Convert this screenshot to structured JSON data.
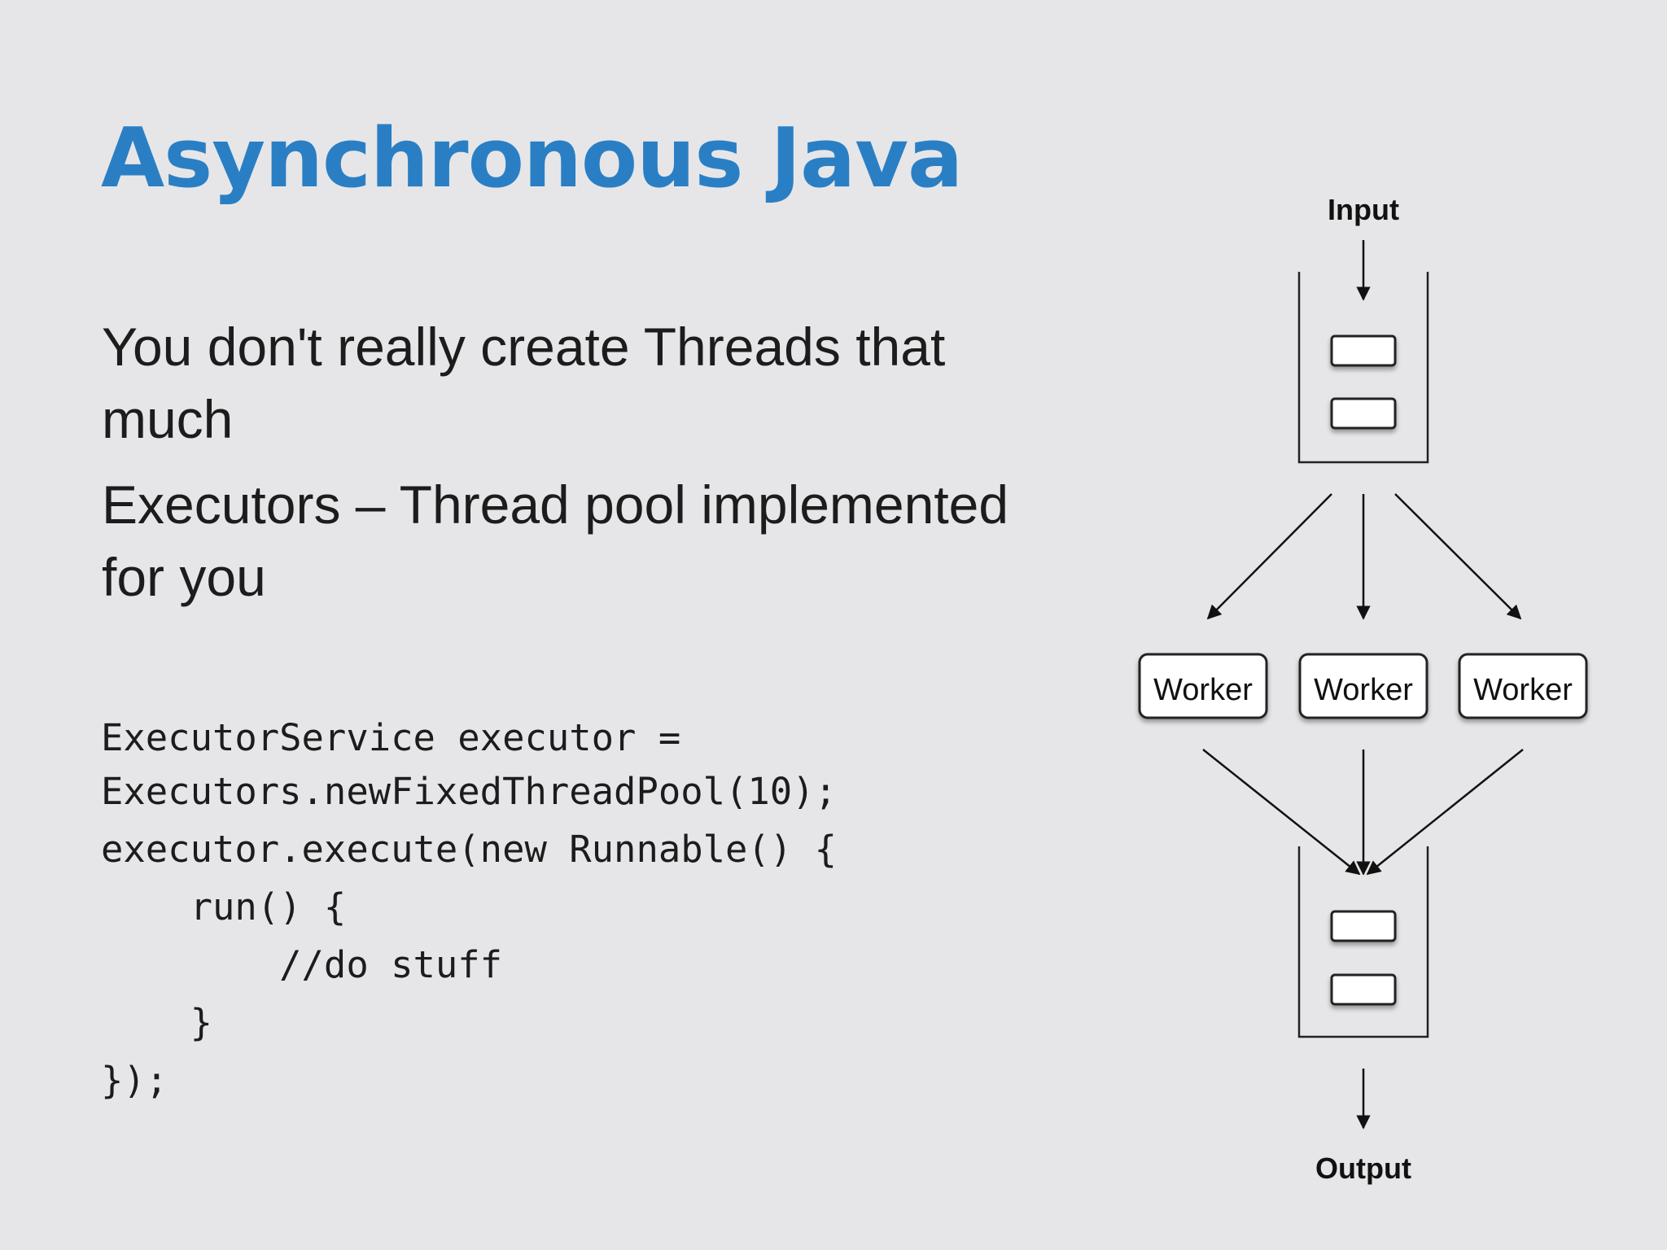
{
  "slide": {
    "title": "Asynchronous Java",
    "bullets": [
      "You don't really create Threads that much",
      "Executors – Thread pool implemented for you"
    ],
    "code_lines": [
      "ExecutorService executor =",
      "Executors.newFixedThreadPool(10);",
      "executor.execute(new Runnable() {",
      "    run() {",
      "        //do stuff",
      "    }",
      "});"
    ]
  },
  "diagram": {
    "input_label": "Input",
    "output_label": "Output",
    "workers": [
      "Worker",
      "Worker",
      "Worker"
    ]
  },
  "colors": {
    "background": "#e6e6e8",
    "title": "#2a7fc4",
    "text": "#1c1c1c"
  }
}
